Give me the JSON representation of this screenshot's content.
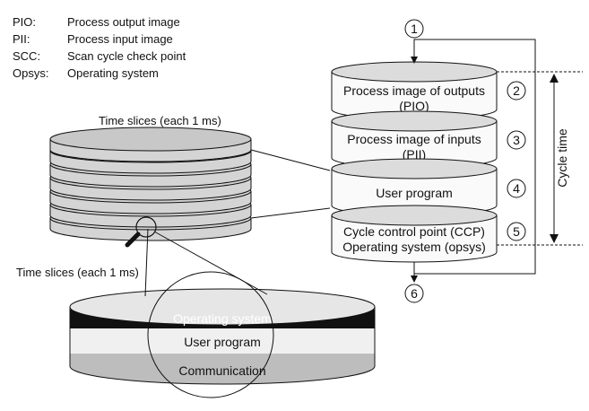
{
  "legend": [
    {
      "abbr": "PIO:",
      "text": "Process output image"
    },
    {
      "abbr": "PII:",
      "text": "Process input image"
    },
    {
      "abbr": "SCC:",
      "text": "Scan cycle check point"
    },
    {
      "abbr": "Opsys:",
      "text": "Operating system"
    }
  ],
  "stack": {
    "title": "Time slices (each 1 ms)"
  },
  "pie": {
    "title": "Time slices (each 1 ms)",
    "layers": {
      "opsys": "Operating system",
      "user": "User program",
      "comm": "Communication"
    }
  },
  "cycle": {
    "steps": [
      {
        "num": "1"
      },
      {
        "num": "2",
        "line1": "Process image of outputs",
        "line2": "(PIO)"
      },
      {
        "num": "3",
        "line1": "Process image of inputs",
        "line2": "(PII)"
      },
      {
        "num": "4",
        "line1": "User program"
      },
      {
        "num": "5",
        "line1": "Cycle control point (CCP)",
        "line2": "Operating system (opsys)"
      },
      {
        "num": "6"
      }
    ],
    "cycle_time_label": "Cycle time"
  }
}
